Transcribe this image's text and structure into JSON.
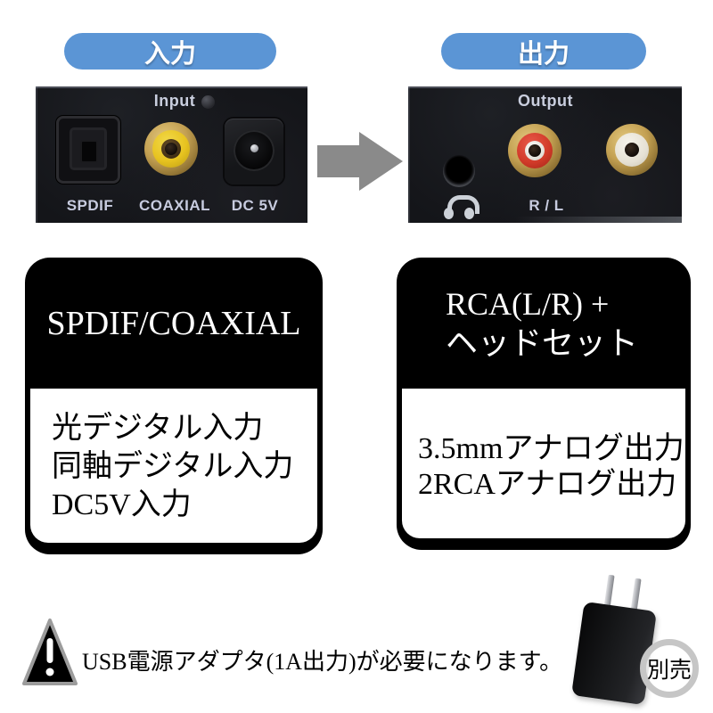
{
  "badges": {
    "input": "入力",
    "output": "出力"
  },
  "panel_photos": {
    "input": {
      "caption": "Input",
      "labels": [
        "SPDIF",
        "COAXIAL",
        "DC 5V"
      ]
    },
    "output": {
      "caption": "Output",
      "channel_label": "R / L"
    }
  },
  "cards": {
    "input": {
      "title": "SPDIF/COAXIAL",
      "specs": [
        "光デジタル入力",
        "同軸デジタル入力",
        "DC5V入力"
      ]
    },
    "output": {
      "title_line1": "RCA(L/R) +",
      "title_line2": "ヘッドセット",
      "specs": [
        "3.5mmアナログ出力",
        "2RCAアナログ出力"
      ]
    }
  },
  "notice": {
    "warning_mark": "!",
    "text": "USB電源アダプタ(1A出力)が必要になります。",
    "sold_separately": "別売"
  },
  "colors": {
    "badge_blue": "#5b95d5",
    "arrow_gray": "#8a8a8a",
    "panel_black": "#141519",
    "card_black": "#000000",
    "coax_yellow": "#e7c320",
    "rca_red": "#d23b2a",
    "rca_white": "#e6e1d4"
  }
}
